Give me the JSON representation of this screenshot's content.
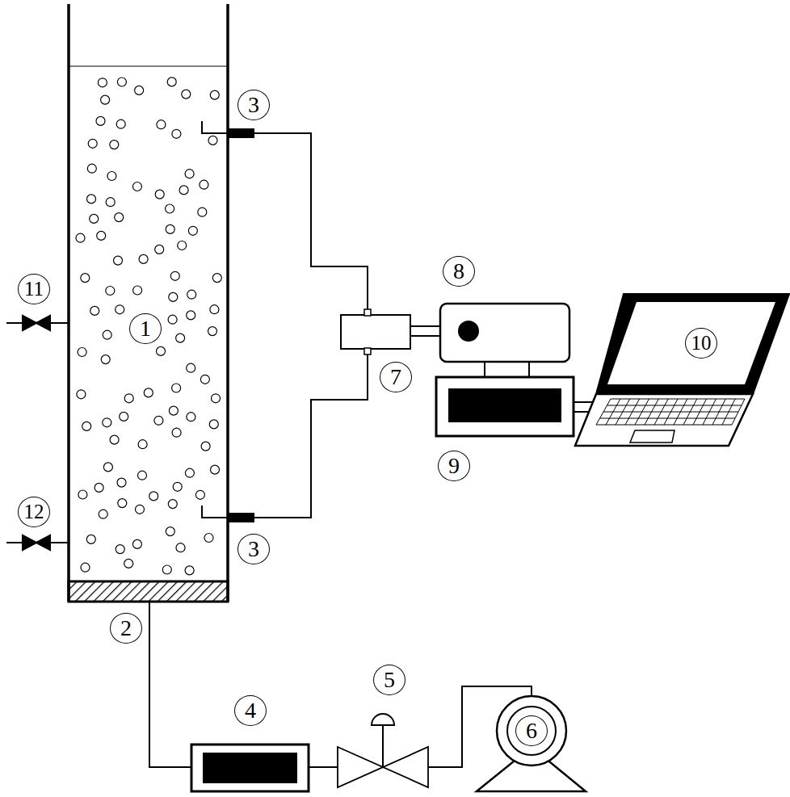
{
  "diagram": {
    "labels": [
      "3",
      "11",
      "1",
      "8",
      "7",
      "10",
      "9",
      "12",
      "3",
      "2",
      "4",
      "5",
      "6"
    ]
  }
}
